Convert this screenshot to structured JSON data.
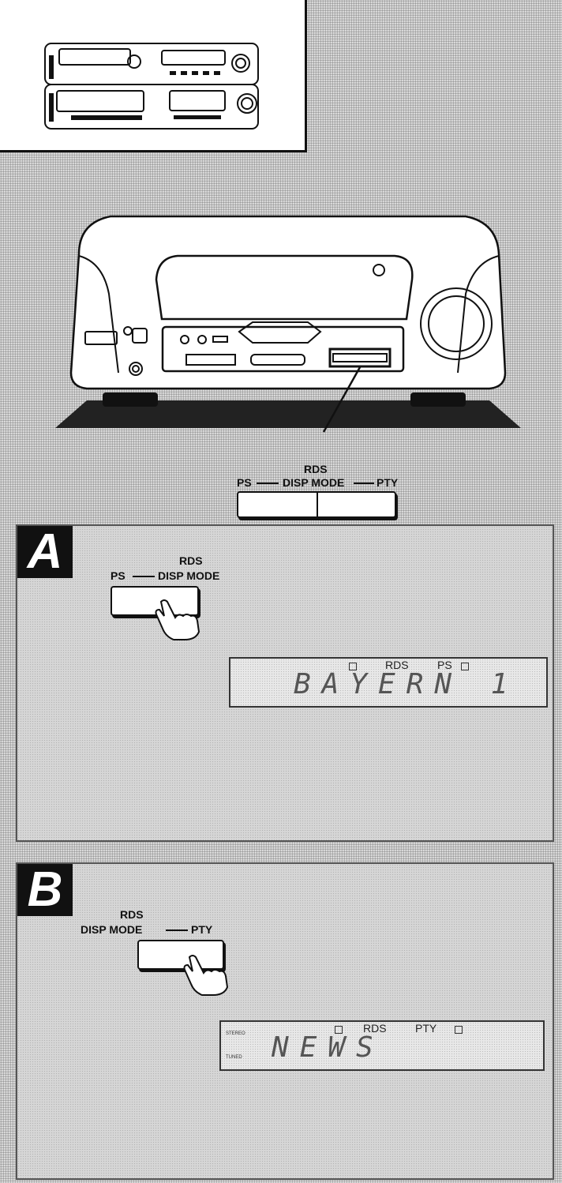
{
  "top_labels": {
    "rds": "RDS",
    "ps": "PS",
    "disp_mode": "DISP MODE",
    "pty": "PTY"
  },
  "panel_a": {
    "letter": "A",
    "rds": "RDS",
    "ps": "PS",
    "disp_mode": "DISP MODE",
    "display_rds": "RDS",
    "display_ps": "PS",
    "display_text": "BAYERN 1"
  },
  "panel_b": {
    "letter": "B",
    "rds": "RDS",
    "disp_mode": "DISP MODE",
    "pty": "PTY",
    "display_rds": "RDS",
    "display_pty": "PTY",
    "display_text": "NEWS",
    "stereo": "STEREO",
    "tuned": "TUNED"
  }
}
